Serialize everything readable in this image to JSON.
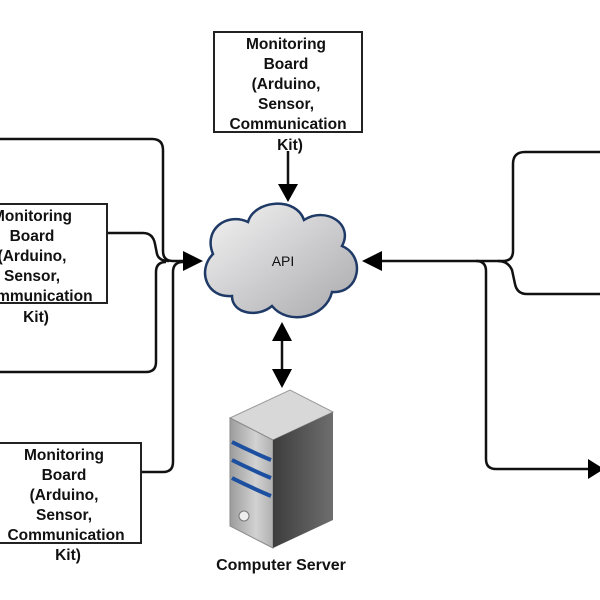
{
  "nodes": {
    "board_top": {
      "lines": [
        "Monitoring",
        "Board",
        "(Arduino,",
        "Sensor,",
        "Communication",
        "Kit)"
      ]
    },
    "board_left_mid": {
      "lines": [
        "Monitoring",
        "Board",
        "(Arduino,",
        "Sensor,",
        "Communication",
        "Kit)"
      ]
    },
    "board_bottom_left": {
      "lines": [
        "Monitoring",
        "Board",
        "(Arduino,",
        "Sensor,",
        "Communication",
        "Kit)"
      ]
    },
    "cloud": {
      "label": "API"
    },
    "server": {
      "label": "Computer Server"
    }
  }
}
